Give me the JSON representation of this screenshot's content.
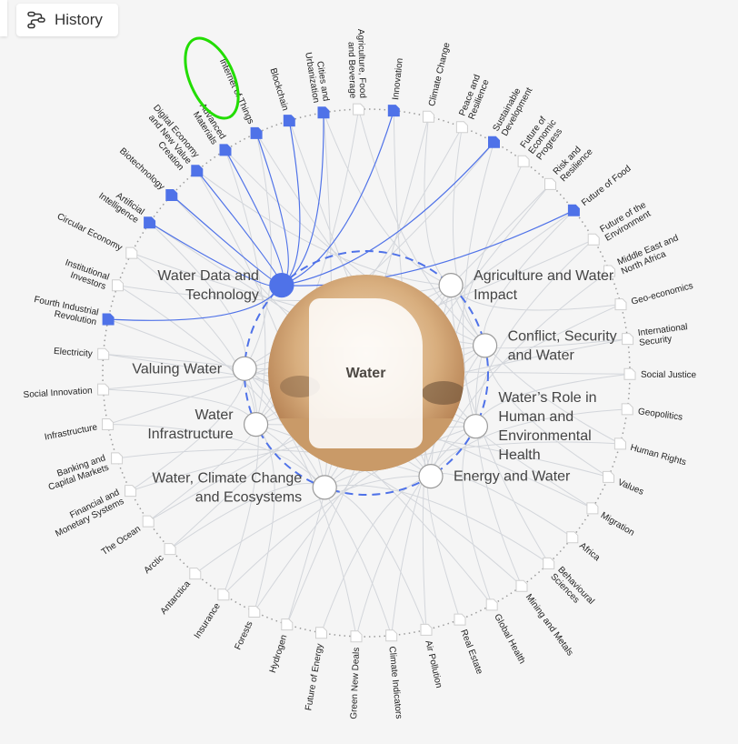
{
  "toolbar": {
    "history_label": "History",
    "history_icon": "route-icon"
  },
  "center": {
    "title": "Water"
  },
  "colors": {
    "accent": "#4f72e8",
    "link": "#d3d6db",
    "node_inactive": "#ffffff",
    "background": "#f5f5f5",
    "annotation": "#22dd00"
  },
  "inner_topics": [
    {
      "lines": [
        "Water Data and",
        "Technology"
      ],
      "active": true
    },
    {
      "lines": [
        "Agriculture and Water",
        "Impact"
      ],
      "active": false
    },
    {
      "lines": [
        "Conflict, Security",
        "and Water"
      ],
      "active": false
    },
    {
      "lines": [
        "Water’s Role in",
        "Human and",
        "Environmental",
        "Health"
      ],
      "active": false
    },
    {
      "lines": [
        "Energy and Water"
      ],
      "active": false
    },
    {
      "lines": [
        "Water, Climate Change",
        "and Ecosystems"
      ],
      "active": false
    },
    {
      "lines": [
        "Water",
        "Infrastructure"
      ],
      "active": false
    },
    {
      "lines": [
        "Valuing Water"
      ],
      "active": false
    }
  ],
  "outer_topics": [
    {
      "lines": [
        "Innovation"
      ],
      "active": true
    },
    {
      "lines": [
        "Climate Change"
      ],
      "active": false
    },
    {
      "lines": [
        "Peace and",
        "Resilience"
      ],
      "active": false
    },
    {
      "lines": [
        "Sustainable",
        "Development"
      ],
      "active": true
    },
    {
      "lines": [
        "Future of",
        "Economic",
        "Progress"
      ],
      "active": false
    },
    {
      "lines": [
        "Risk and",
        "Resilience"
      ],
      "active": false
    },
    {
      "lines": [
        "Future of Food"
      ],
      "active": true
    },
    {
      "lines": [
        "Future of the",
        "Environment"
      ],
      "active": false
    },
    {
      "lines": [
        "Middle East and",
        "North Africa"
      ],
      "active": false
    },
    {
      "lines": [
        "Geo-economics"
      ],
      "active": false
    },
    {
      "lines": [
        "International",
        "Security"
      ],
      "active": false
    },
    {
      "lines": [
        "Social Justice"
      ],
      "active": false
    },
    {
      "lines": [
        "Geopolitics"
      ],
      "active": false
    },
    {
      "lines": [
        "Human Rights"
      ],
      "active": false
    },
    {
      "lines": [
        "Values"
      ],
      "active": false
    },
    {
      "lines": [
        "Migration"
      ],
      "active": false
    },
    {
      "lines": [
        "Africa"
      ],
      "active": false
    },
    {
      "lines": [
        "Behavioural",
        "Sciences"
      ],
      "active": false
    },
    {
      "lines": [
        "Mining and Metals"
      ],
      "active": false
    },
    {
      "lines": [
        "Global Health"
      ],
      "active": false
    },
    {
      "lines": [
        "Real Estate"
      ],
      "active": false
    },
    {
      "lines": [
        "Air Pollution"
      ],
      "active": false
    },
    {
      "lines": [
        "Climate Indicators"
      ],
      "active": false
    },
    {
      "lines": [
        "Green New Deals"
      ],
      "active": false
    },
    {
      "lines": [
        "Future of Energy"
      ],
      "active": false
    },
    {
      "lines": [
        "Hydrogen"
      ],
      "active": false
    },
    {
      "lines": [
        "Forests"
      ],
      "active": false
    },
    {
      "lines": [
        "Insurance"
      ],
      "active": false
    },
    {
      "lines": [
        "Antarctica"
      ],
      "active": false
    },
    {
      "lines": [
        "Arctic"
      ],
      "active": false
    },
    {
      "lines": [
        "The Ocean"
      ],
      "active": false
    },
    {
      "lines": [
        "Financial and",
        "Monetary Systems"
      ],
      "active": false
    },
    {
      "lines": [
        "Banking and",
        "Capital Markets"
      ],
      "active": false
    },
    {
      "lines": [
        "Infrastructure"
      ],
      "active": false
    },
    {
      "lines": [
        "Social Innovation"
      ],
      "active": false
    },
    {
      "lines": [
        "Electricity"
      ],
      "active": false
    },
    {
      "lines": [
        "Fourth Industrial",
        "Revolution"
      ],
      "active": true
    },
    {
      "lines": [
        "Institutional",
        "Investors"
      ],
      "active": false
    },
    {
      "lines": [
        "Circular Economy"
      ],
      "active": false
    },
    {
      "lines": [
        "Artificial",
        "Intelligence"
      ],
      "active": true
    },
    {
      "lines": [
        "Biotechnology"
      ],
      "active": true
    },
    {
      "lines": [
        "Digital Economy",
        "and New Value",
        "Creation"
      ],
      "active": true
    },
    {
      "lines": [
        "Advanced",
        "Materials"
      ],
      "active": true
    },
    {
      "lines": [
        "Internet of Things"
      ],
      "active": true
    },
    {
      "lines": [
        "Blockchain"
      ],
      "active": true
    },
    {
      "lines": [
        "Cities and",
        "Urbanization"
      ],
      "active": true
    },
    {
      "lines": [
        "Agriculture, Food",
        "and Beverage"
      ],
      "active": false
    }
  ]
}
